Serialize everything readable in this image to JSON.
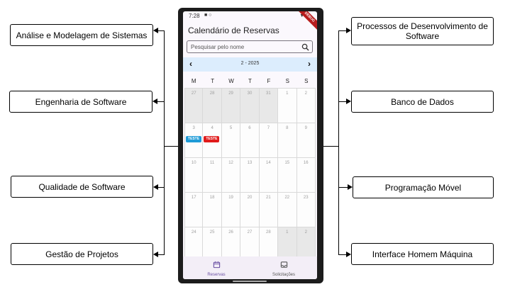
{
  "left_boxes": [
    "Análise e Modelagem de Sistemas",
    "Engenharia de Software",
    "Qualidade de Software",
    "Gestão de Projetos"
  ],
  "right_boxes": [
    "Processos de Desenvolvimento de Software",
    "Banco de Dados",
    "Programação Móvel",
    "Interface Homem Máquina"
  ],
  "phone": {
    "status_time": "7:28",
    "debug_banner": "DEBUG",
    "app_title": "Calendário de Reservas",
    "search_placeholder": "Pesquisar pelo nome",
    "month_label": "2 - 2025",
    "weekdays": [
      "M",
      "T",
      "W",
      "T",
      "F",
      "S",
      "S"
    ],
    "weeks": [
      [
        {
          "d": "27",
          "out": true
        },
        {
          "d": "28",
          "out": true
        },
        {
          "d": "29",
          "out": true
        },
        {
          "d": "30",
          "out": true
        },
        {
          "d": "31",
          "out": true
        },
        {
          "d": "1",
          "out": false
        },
        {
          "d": "2",
          "out": false
        }
      ],
      [
        {
          "d": "3",
          "out": false,
          "event": "TESTE",
          "event_color": "#1e9bd7"
        },
        {
          "d": "4",
          "out": false,
          "event": "TESTE",
          "event_color": "#e01b1b"
        },
        {
          "d": "5",
          "out": false
        },
        {
          "d": "6",
          "out": false
        },
        {
          "d": "7",
          "out": false
        },
        {
          "d": "8",
          "out": false
        },
        {
          "d": "9",
          "out": false
        }
      ],
      [
        {
          "d": "10",
          "out": false
        },
        {
          "d": "11",
          "out": false
        },
        {
          "d": "12",
          "out": false
        },
        {
          "d": "13",
          "out": false
        },
        {
          "d": "14",
          "out": false
        },
        {
          "d": "15",
          "out": false
        },
        {
          "d": "16",
          "out": false
        }
      ],
      [
        {
          "d": "17",
          "out": false
        },
        {
          "d": "18",
          "out": false
        },
        {
          "d": "19",
          "out": false
        },
        {
          "d": "20",
          "out": false
        },
        {
          "d": "21",
          "out": false
        },
        {
          "d": "22",
          "out": false
        },
        {
          "d": "23",
          "out": false
        }
      ],
      [
        {
          "d": "24",
          "out": false
        },
        {
          "d": "25",
          "out": false
        },
        {
          "d": "26",
          "out": false
        },
        {
          "d": "27",
          "out": false
        },
        {
          "d": "28",
          "out": false
        },
        {
          "d": "1",
          "out": true
        },
        {
          "d": "2",
          "out": true
        }
      ]
    ],
    "nav": {
      "reservas": "Reservas",
      "solicitacoes": "Solicitações",
      "active_color": "#6a4fa3",
      "inactive_color": "#555555"
    }
  }
}
